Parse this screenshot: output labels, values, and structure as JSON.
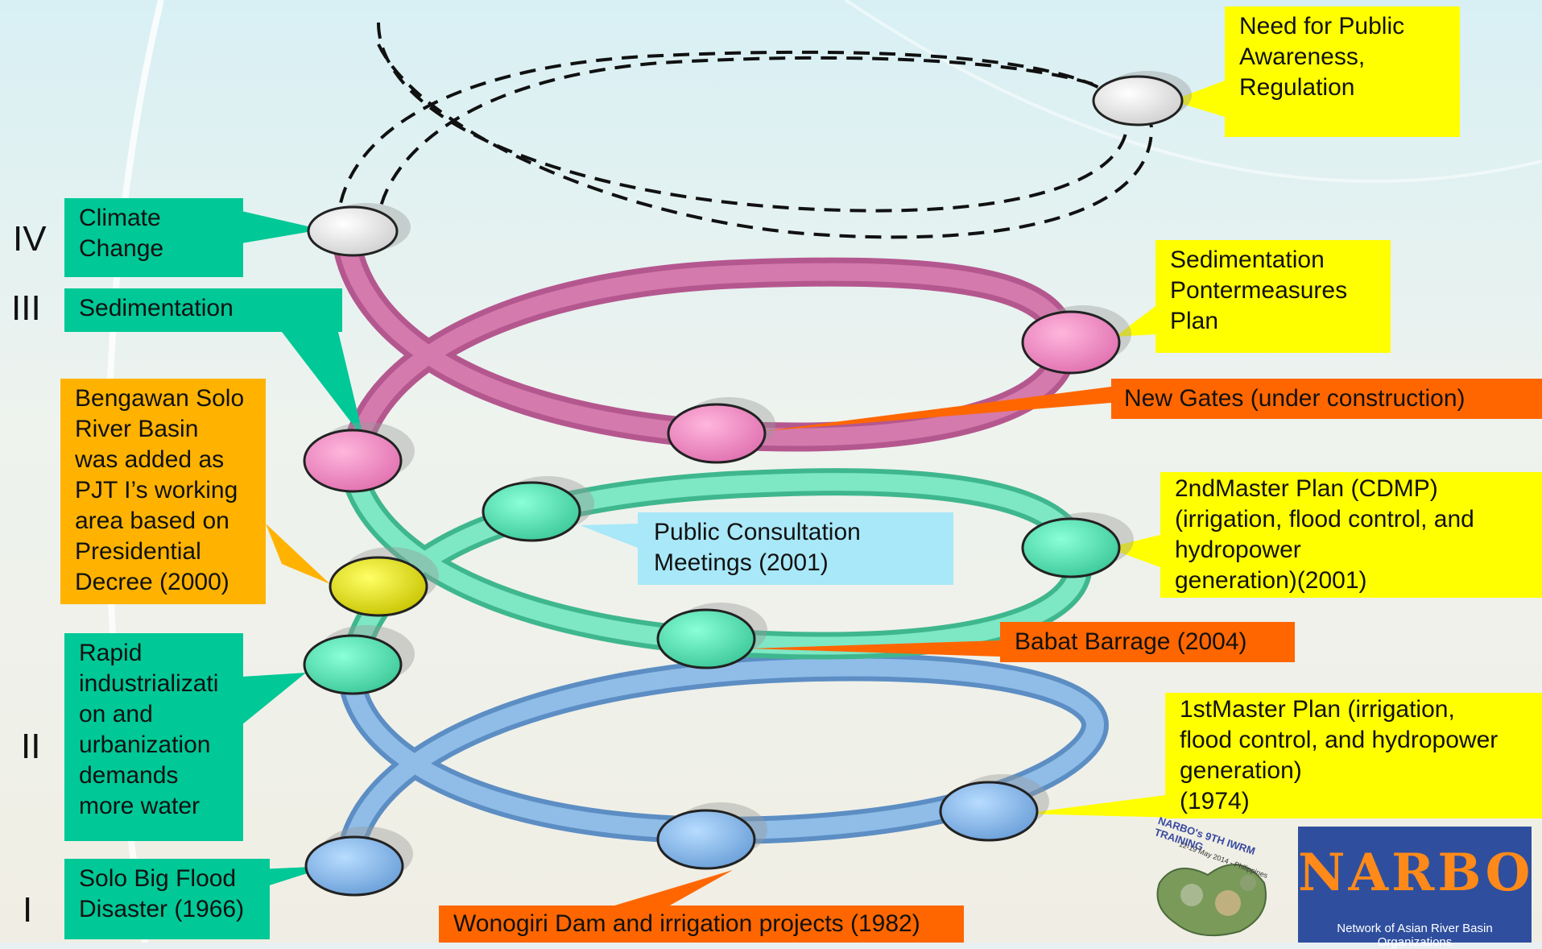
{
  "colors": {
    "pink": "#d86aa8",
    "green": "#5ed9b0",
    "blue": "#7fb2e2",
    "label_green": "#00c896",
    "label_yellow": "#ffff00",
    "label_orange": "#ff6600",
    "label_amber": "#ffb300",
    "label_cyan": "#a8e8f8",
    "logo_blue": "#2f4f9e",
    "logo_orange": "#ff8a1a"
  },
  "levels": {
    "iv": "IV",
    "iii": "III",
    "ii": "II",
    "i": "I"
  },
  "labels": {
    "climate_change": "Climate\nChange",
    "sedimentation": "Sedimentation",
    "bengawan_solo": "Bengawan Solo\nRiver Basin\nwas added as\nPJT I’s working\narea based on\nPresidential\nDecree (2000)",
    "rapid_industrialization": "Rapid\nindustrializati\non and\nurbanization\ndemands\nmore water",
    "solo_big_flood": "Solo Big Flood\nDisaster (1966)",
    "public_awareness": "Need for Public\nAwareness,\nRegulation",
    "sedimentation_countermeasures": "Sedimentation\nPontermeasures\nPlan",
    "new_gates": "New Gates (under construction)",
    "second_master_plan": "2ndMaster Plan (CDMP)\n(irrigation, flood control, and\nhydropower\ngeneration)(2001)",
    "public_consultation": "Public Consultation\nMeetings (2001)",
    "babat_barrage": "Babat Barrage (2004)",
    "first_master_plan": "1stMaster Plan (irrigation,\nflood control, and hydropower\ngeneration)\n(1974)",
    "wonogiri_dam": "Wonogiri Dam and irrigation projects (1982)"
  },
  "logos": {
    "training_badge_text": "NARBO's 9TH IWRM TRAINING",
    "training_badge_date": "12-19 May 2014 - Philippines",
    "narbo_word": "NARBO",
    "narbo_subtitle": "Network of Asian River Basin Organizations"
  }
}
